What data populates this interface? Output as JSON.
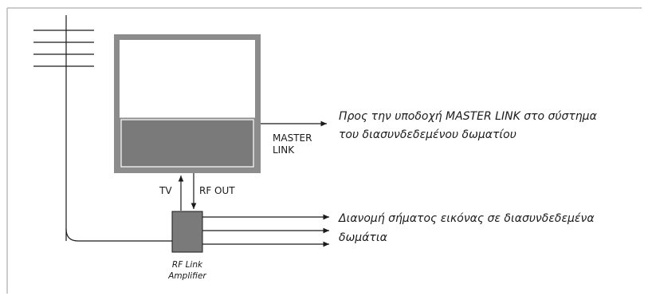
{
  "tv_output_label_line1": "MASTER",
  "tv_output_label_line2": "LINK",
  "master_link_note_line1": "Προς την υποδοχή MASTER LINK στο σύστημα",
  "master_link_note_line2": "του διασυνδεδεμένου δωματίου",
  "tv_port_label": "TV",
  "rf_out_port_label": "RF OUT",
  "distribution_note_line1": "Διανομή σήματος εικόνας σε διασυνδεδεμένα",
  "distribution_note_line2": "δωμάτια",
  "amplifier_label_line1": "RF Link",
  "amplifier_label_line2": "Amplifier",
  "colors": {
    "line": "#1a1a1a",
    "tv_frame": "#8c8c8c",
    "tv_screen": "#ffffff",
    "tv_lower_panel": "#7a7a7a",
    "amplifier_box": "#7a7a7a",
    "border": "#9a9a9a"
  }
}
